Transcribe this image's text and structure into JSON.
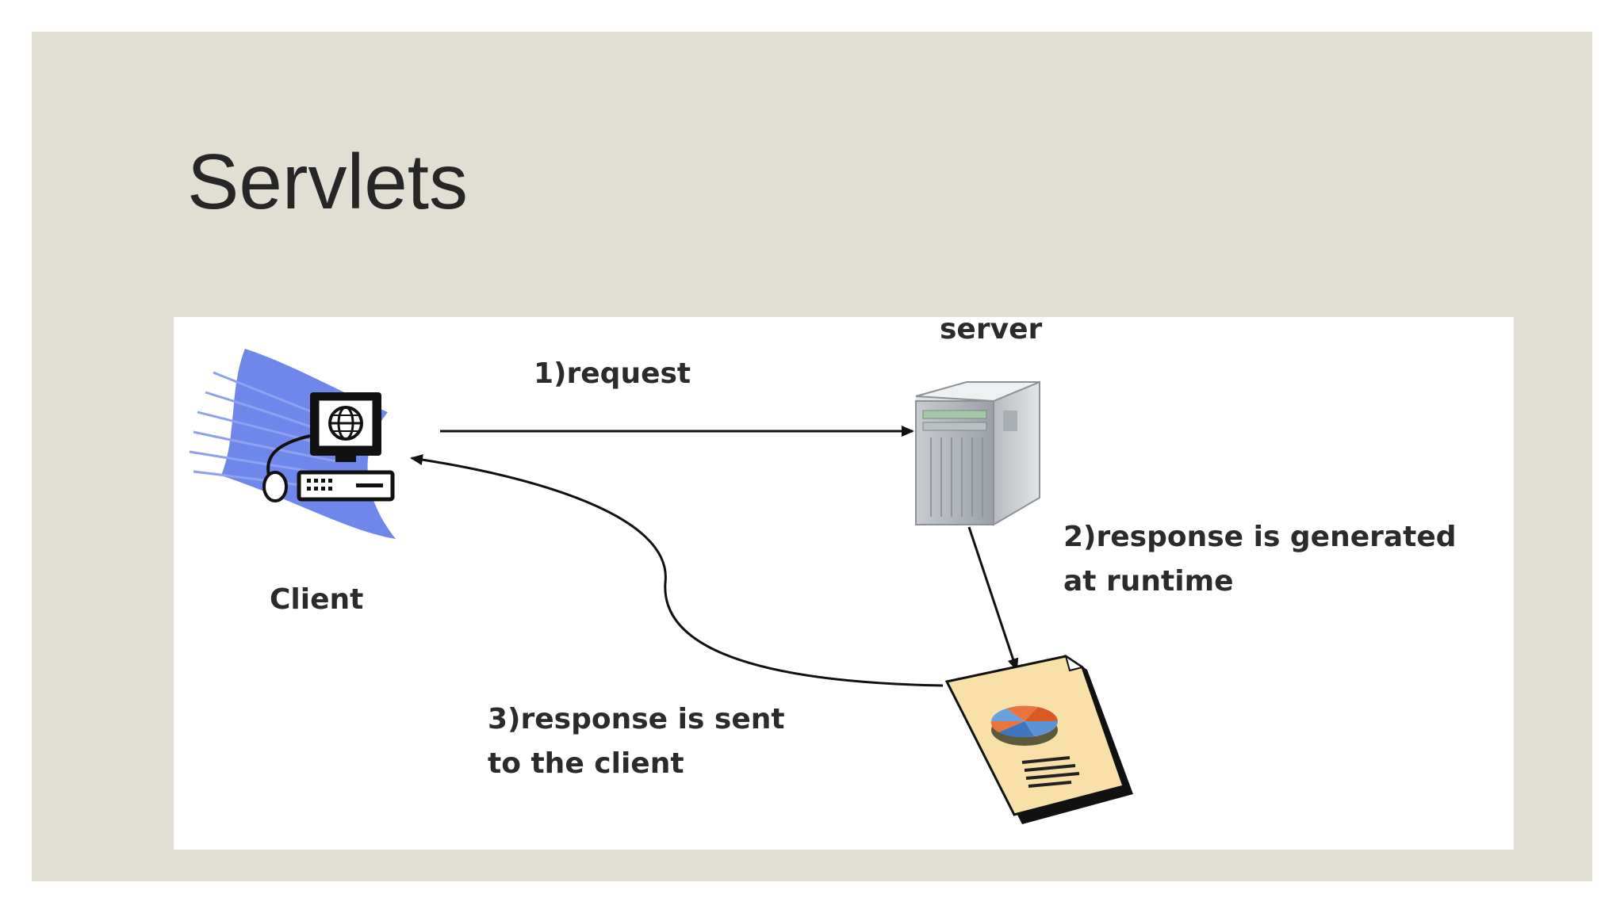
{
  "slide": {
    "title": "Servlets",
    "background_color": "#e1ded4"
  },
  "diagram": {
    "server_label": "server",
    "client_label": "Client",
    "step1_label": "1)request",
    "step2_label_line1": "2)response is generated",
    "step2_label_line2": "at runtime",
    "step3_label_line1": "3)response is sent",
    "step3_label_line2": "to the client",
    "icons": [
      "client-computer-icon",
      "server-tower-icon",
      "report-document-icon"
    ]
  }
}
